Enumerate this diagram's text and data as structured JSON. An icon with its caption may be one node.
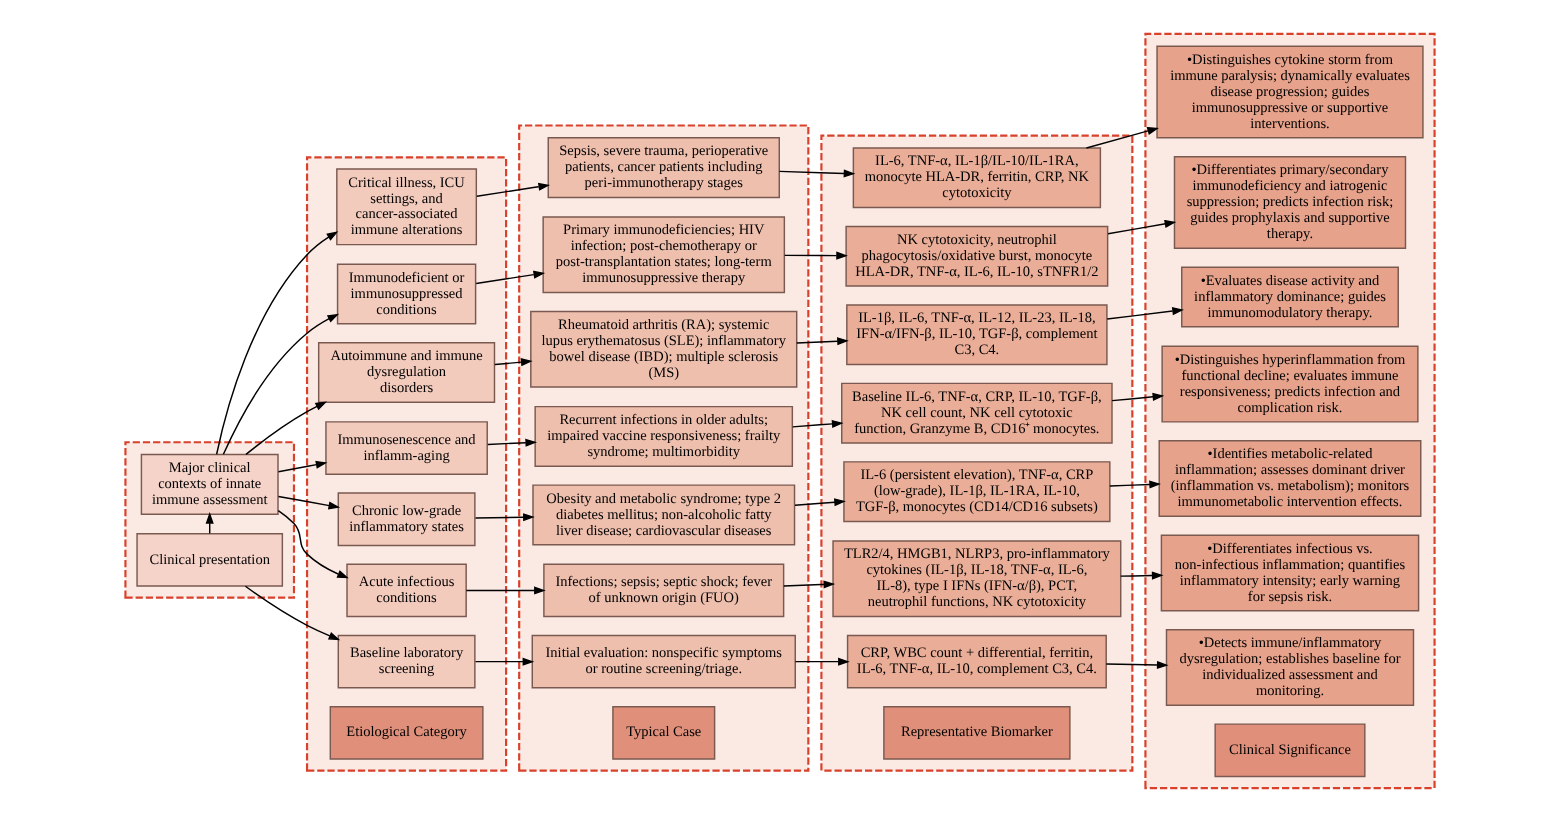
{
  "diagram": {
    "nodes": [
      {
        "text": [],
        "shape": "band"
      },
      {
        "text": [
          "Clinical presentation"
        ],
        "in": 0
      },
      {
        "text": [
          "Major clinical contexts of innate immune assessment"
        ],
        "in": 0
      },
      {
        "text": [],
        "shape": "band"
      },
      {
        "text": [
          "Etiological Category"
        ],
        "in": 3
      },
      {
        "text": [
          "Baseline laboratory screening"
        ],
        "in": 3
      },
      {
        "text": [
          "Acute infectious conditions"
        ],
        "in": 3
      },
      {
        "text": [
          "Chronic low-grade inflammatory states"
        ],
        "in": 3
      },
      {
        "text": [
          "Immunosenescence and inflamm-aging"
        ],
        "in": 3
      },
      {
        "text": [
          "Autoimmune and immune dysregulation disorders"
        ],
        "in": 3
      },
      {
        "text": [
          "Immunodeficient or immunosuppressed conditions"
        ],
        "in": 3
      },
      {
        "text": [
          "Critical illness, ICU settings, and cancer-associated immune alterations"
        ],
        "in": 3
      },
      {
        "text": [],
        "shape": "band"
      },
      {
        "text": [
          "Typical Case"
        ],
        "in": 12
      },
      {
        "text": [
          "Initial evaluation: nonspecific symptoms or routine screening/triage."
        ],
        "in": 12
      },
      {
        "text": [
          "Infections; sepsis; septic shock; fever of unknown origin (FUO)"
        ],
        "in": 12
      },
      {
        "text": [
          "Obesity and metabolic syndrome; type 2 diabetes mellitus; non-alcoholic fatty liver disease; cardiovascular diseases"
        ],
        "in": 12
      },
      {
        "text": [
          "Recurrent infections in older adults; impaired vaccine responsiveness; frailty syndrome; multimorbidity"
        ],
        "in": 12
      },
      {
        "text": [
          "Rheumatoid arthritis (RA); systemic lupus erythematosus (SLE); inflammatory bowel disease (IBD); multiple sclerosis (MS)"
        ],
        "in": 12
      },
      {
        "text": [
          "Primary immunodeficiencies; HIV infection; post-chemotherapy or post-transplantation states; long-term immunosuppressive therapy"
        ],
        "in": 12
      },
      {
        "text": [
          "Sepsis, severe trauma, perioperative patients, cancer patients including peri-immunotherapy stages"
        ],
        "in": 12
      },
      {
        "text": [],
        "shape": "band"
      },
      {
        "text": [
          "Representative Biomarker"
        ],
        "in": 21
      },
      {
        "text": [
          "CRP, WBC count + differential, ferritin, IL-6, TNF-α, IL-10, complement C3, C4."
        ],
        "in": 21
      },
      {
        "text": [
          "TLR2/4, HMGB1, NLRP3, pro-inflammatory cytokines (IL-1β, IL-18, TNF-α, IL-6, IL-8), type I IFNs (IFN-α/β), PCT, neutrophil functions, NK cytotoxicity"
        ],
        "in": 21
      },
      {
        "text": [
          "IL-6 (persistent elevation), TNF-α, CRP (low-grade), IL-1β, IL-1RA, IL-10, TGF-β, monocytes (CD14/CD16 subsets)"
        ],
        "in": 21
      },
      {
        "text": [
          "Baseline IL-6, TNF-α, CRP, IL-10, TGF-β, NK cell count, NK cell cytotoxic function, Granzyme B, CD16⁺ monocytes."
        ],
        "in": 21
      },
      {
        "text": [
          "IL-1β, IL-6, TNF-α, IL-12, IL-23, IL-18, IFN-α/IFN-β, IL-10, TGF-β, complement C3, C4."
        ],
        "in": 21
      },
      {
        "text": [
          "NK cytotoxicity, neutrophil phagocytosis/oxidative burst, monocyte HLA-DR, TNF-α, IL-6, IL-10, sTNFR1/2"
        ],
        "in": 21
      },
      {
        "text": [
          "IL-6, TNF-α, IL-1β/IL-10/IL-1RA, monocyte HLA-DR, ferritin, CRP, NK cytotoxicity"
        ],
        "in": 21
      },
      {
        "text": [],
        "shape": "band"
      },
      {
        "text": [
          "Clinical Significance"
        ],
        "in": 30
      },
      {
        "text": [
          "•Detects immune/inflammatory dysregulation; establishes baseline for individualized assessment and monitoring."
        ],
        "in": 30
      },
      {
        "text": [
          "•Differentiates infectious vs. non-infectious inflammation; quantifies inflammatory intensity; early warning for sepsis risk."
        ],
        "in": 30
      },
      {
        "text": [
          "•Identifies metabolic-related inflammation; assesses dominant driver (inflammation vs. metabolism); monitors immunometabolic intervention effects."
        ],
        "in": 30
      },
      {
        "text": [
          "•Distinguishes hyperinflammation from functional decline; evaluates immune responsiveness; predicts infection and complication risk."
        ],
        "in": 30
      },
      {
        "text": [
          "•Evaluates disease activity and inflammatory dominance; guides immunomodulatory therapy."
        ],
        "in": 30
      },
      {
        "text": [
          "•Differentiates primary/secondary immunodeficiency and iatrogenic suppression; predicts infection risk; guides prophylaxis and supportive therapy."
        ],
        "in": 30
      },
      {
        "text": [
          "•Distinguishes cytokine storm from immune paralysis; dynamically evaluates disease progression; guides immunosuppressive or supportive interventions."
        ],
        "in": 30
      }
    ],
    "edges": [
      {
        "from": 1,
        "to": 5,
        "arrow": "to"
      },
      {
        "from": 1,
        "to": 2,
        "arrow": "to"
      },
      {
        "from": 2,
        "to": 6,
        "arrow": "to"
      },
      {
        "from": 2,
        "to": 7,
        "arrow": "to"
      },
      {
        "from": 2,
        "to": 8,
        "arrow": "to"
      },
      {
        "from": 2,
        "to": 9,
        "arrow": "to"
      },
      {
        "from": 2,
        "to": 10,
        "arrow": "to"
      },
      {
        "from": 2,
        "to": 11,
        "arrow": "to"
      },
      {
        "from": 5,
        "to": 14,
        "arrow": "to"
      },
      {
        "from": 6,
        "to": 15,
        "arrow": "to"
      },
      {
        "from": 7,
        "to": 16,
        "arrow": "to"
      },
      {
        "from": 8,
        "to": 17,
        "arrow": "to"
      },
      {
        "from": 9,
        "to": 18,
        "arrow": "to"
      },
      {
        "from": 10,
        "to": 19,
        "arrow": "to"
      },
      {
        "from": 11,
        "to": 20,
        "arrow": "to"
      },
      {
        "from": 14,
        "to": 23,
        "arrow": "to"
      },
      {
        "from": 15,
        "to": 24,
        "arrow": "to"
      },
      {
        "from": 16,
        "to": 25,
        "arrow": "to"
      },
      {
        "from": 17,
        "to": 26,
        "arrow": "to"
      },
      {
        "from": 18,
        "to": 27,
        "arrow": "to"
      },
      {
        "from": 19,
        "to": 28,
        "arrow": "to"
      },
      {
        "from": 20,
        "to": 29,
        "arrow": "to"
      },
      {
        "from": 23,
        "to": 32,
        "arrow": "to"
      },
      {
        "from": 24,
        "to": 33,
        "arrow": "to"
      },
      {
        "from": 25,
        "to": 34,
        "arrow": "to"
      },
      {
        "from": 26,
        "to": 35,
        "arrow": "to"
      },
      {
        "from": 27,
        "to": 36,
        "arrow": "to"
      },
      {
        "from": 28,
        "to": 37,
        "arrow": "to"
      },
      {
        "from": 29,
        "to": 38,
        "arrow": "to"
      }
    ]
  }
}
